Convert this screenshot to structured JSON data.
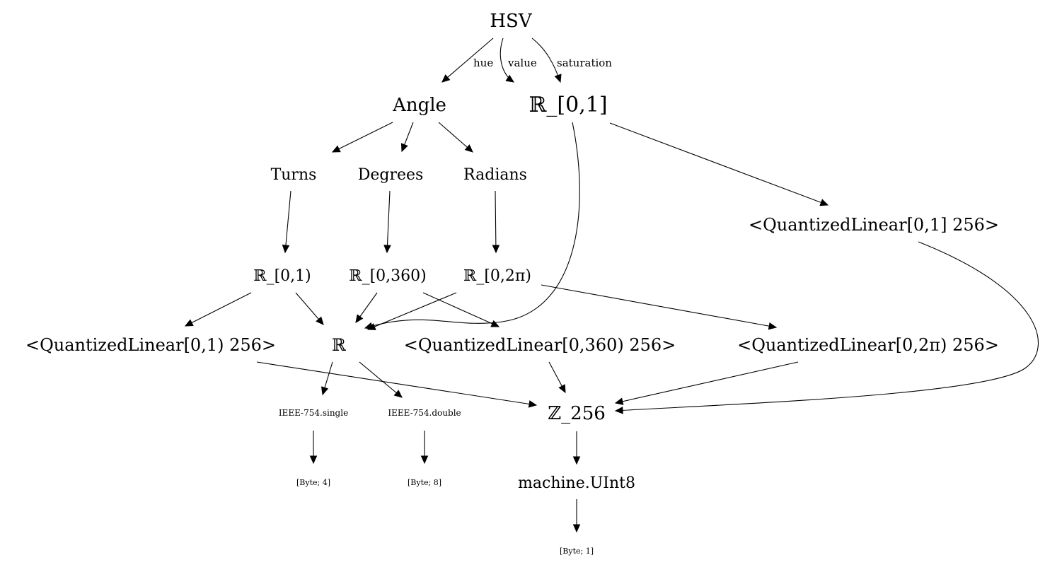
{
  "diagram": {
    "nodes": {
      "hsv": "HSV",
      "angle": "Angle",
      "r01_closed": "ℝ_[0,1]",
      "turns": "Turns",
      "degrees": "Degrees",
      "radians": "Radians",
      "ql01_closed": "<QuantizedLinear[0,1] 256>",
      "r01_half": "ℝ_[0,1)",
      "r0_360": "ℝ_[0,360)",
      "r0_2pi": "ℝ_[0,2π)",
      "ql01_half": "<QuantizedLinear[0,1) 256>",
      "reals": "ℝ",
      "ql0_360": "<QuantizedLinear[0,360) 256>",
      "ql0_2pi": "<QuantizedLinear[0,2π) 256>",
      "ieee_single": "IEEE-754.single",
      "ieee_double": "IEEE-754.double",
      "z256": "ℤ_256",
      "byte4": "[Byte; 4]",
      "byte8": "[Byte; 8]",
      "uint8": "machine.UInt8",
      "byte1": "[Byte; 1]"
    },
    "edge_labels": {
      "hue": "hue",
      "value": "value",
      "saturation": "saturation"
    },
    "edges": [
      {
        "from": "hsv",
        "to": "angle",
        "label": "hue"
      },
      {
        "from": "hsv",
        "to": "r01_closed",
        "label": "value"
      },
      {
        "from": "hsv",
        "to": "r01_closed",
        "label": "saturation"
      },
      {
        "from": "angle",
        "to": "turns"
      },
      {
        "from": "angle",
        "to": "degrees"
      },
      {
        "from": "angle",
        "to": "radians"
      },
      {
        "from": "r01_closed",
        "to": "reals"
      },
      {
        "from": "r01_closed",
        "to": "ql01_closed"
      },
      {
        "from": "turns",
        "to": "r01_half"
      },
      {
        "from": "degrees",
        "to": "r0_360"
      },
      {
        "from": "radians",
        "to": "r0_2pi"
      },
      {
        "from": "r01_half",
        "to": "ql01_half"
      },
      {
        "from": "r01_half",
        "to": "reals"
      },
      {
        "from": "r0_360",
        "to": "reals"
      },
      {
        "from": "r0_360",
        "to": "ql0_360"
      },
      {
        "from": "r0_2pi",
        "to": "reals"
      },
      {
        "from": "r0_2pi",
        "to": "ql0_2pi"
      },
      {
        "from": "ql01_closed",
        "to": "z256"
      },
      {
        "from": "ql01_half",
        "to": "z256"
      },
      {
        "from": "reals",
        "to": "ieee_single"
      },
      {
        "from": "reals",
        "to": "ieee_double"
      },
      {
        "from": "ql0_360",
        "to": "z256"
      },
      {
        "from": "ql0_2pi",
        "to": "z256"
      },
      {
        "from": "ieee_single",
        "to": "byte4"
      },
      {
        "from": "ieee_double",
        "to": "byte8"
      },
      {
        "from": "z256",
        "to": "uint8"
      },
      {
        "from": "uint8",
        "to": "byte1"
      }
    ]
  }
}
